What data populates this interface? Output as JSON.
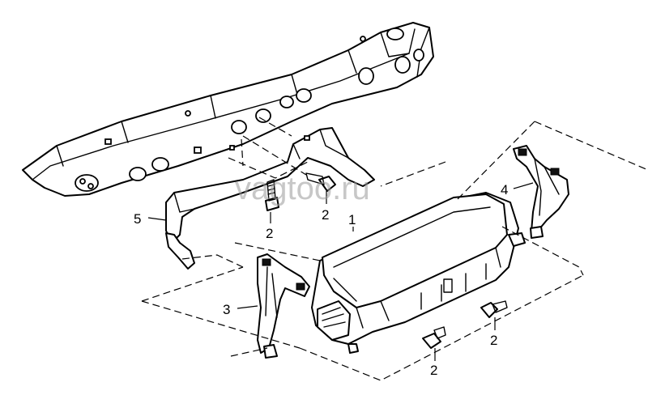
{
  "watermark": "vagtoo.ru",
  "callouts": [
    {
      "id": "label-1",
      "text": "1"
    },
    {
      "id": "label-2a",
      "text": "2"
    },
    {
      "id": "label-2b",
      "text": "2"
    },
    {
      "id": "label-2c",
      "text": "2"
    },
    {
      "id": "label-2d",
      "text": "2"
    },
    {
      "id": "label-3",
      "text": "3"
    },
    {
      "id": "label-4",
      "text": "4"
    },
    {
      "id": "label-5",
      "text": "5"
    }
  ]
}
